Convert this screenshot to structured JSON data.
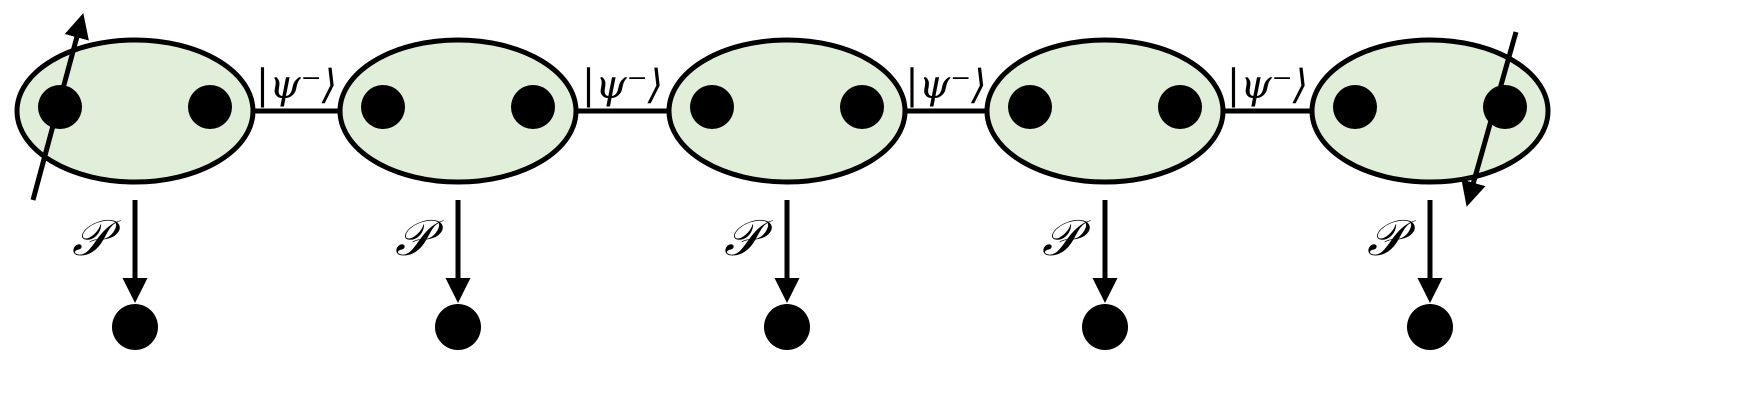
{
  "diagram": {
    "colors": {
      "site_fill": "#e1efda",
      "stroke": "#000000",
      "dot": "#000000",
      "background": "#ffffff"
    },
    "sites": [
      {
        "projector_label": "𝒫"
      },
      {
        "projector_label": "𝒫"
      },
      {
        "projector_label": "𝒫"
      },
      {
        "projector_label": "𝒫"
      },
      {
        "projector_label": "𝒫"
      }
    ],
    "bonds": [
      {
        "label": "|ψ⁻⟩"
      },
      {
        "label": "|ψ⁻⟩"
      },
      {
        "label": "|ψ⁻⟩"
      },
      {
        "label": "|ψ⁻⟩"
      }
    ],
    "edge_spins": [
      {
        "direction": "up"
      },
      {
        "direction": "down"
      }
    ]
  }
}
